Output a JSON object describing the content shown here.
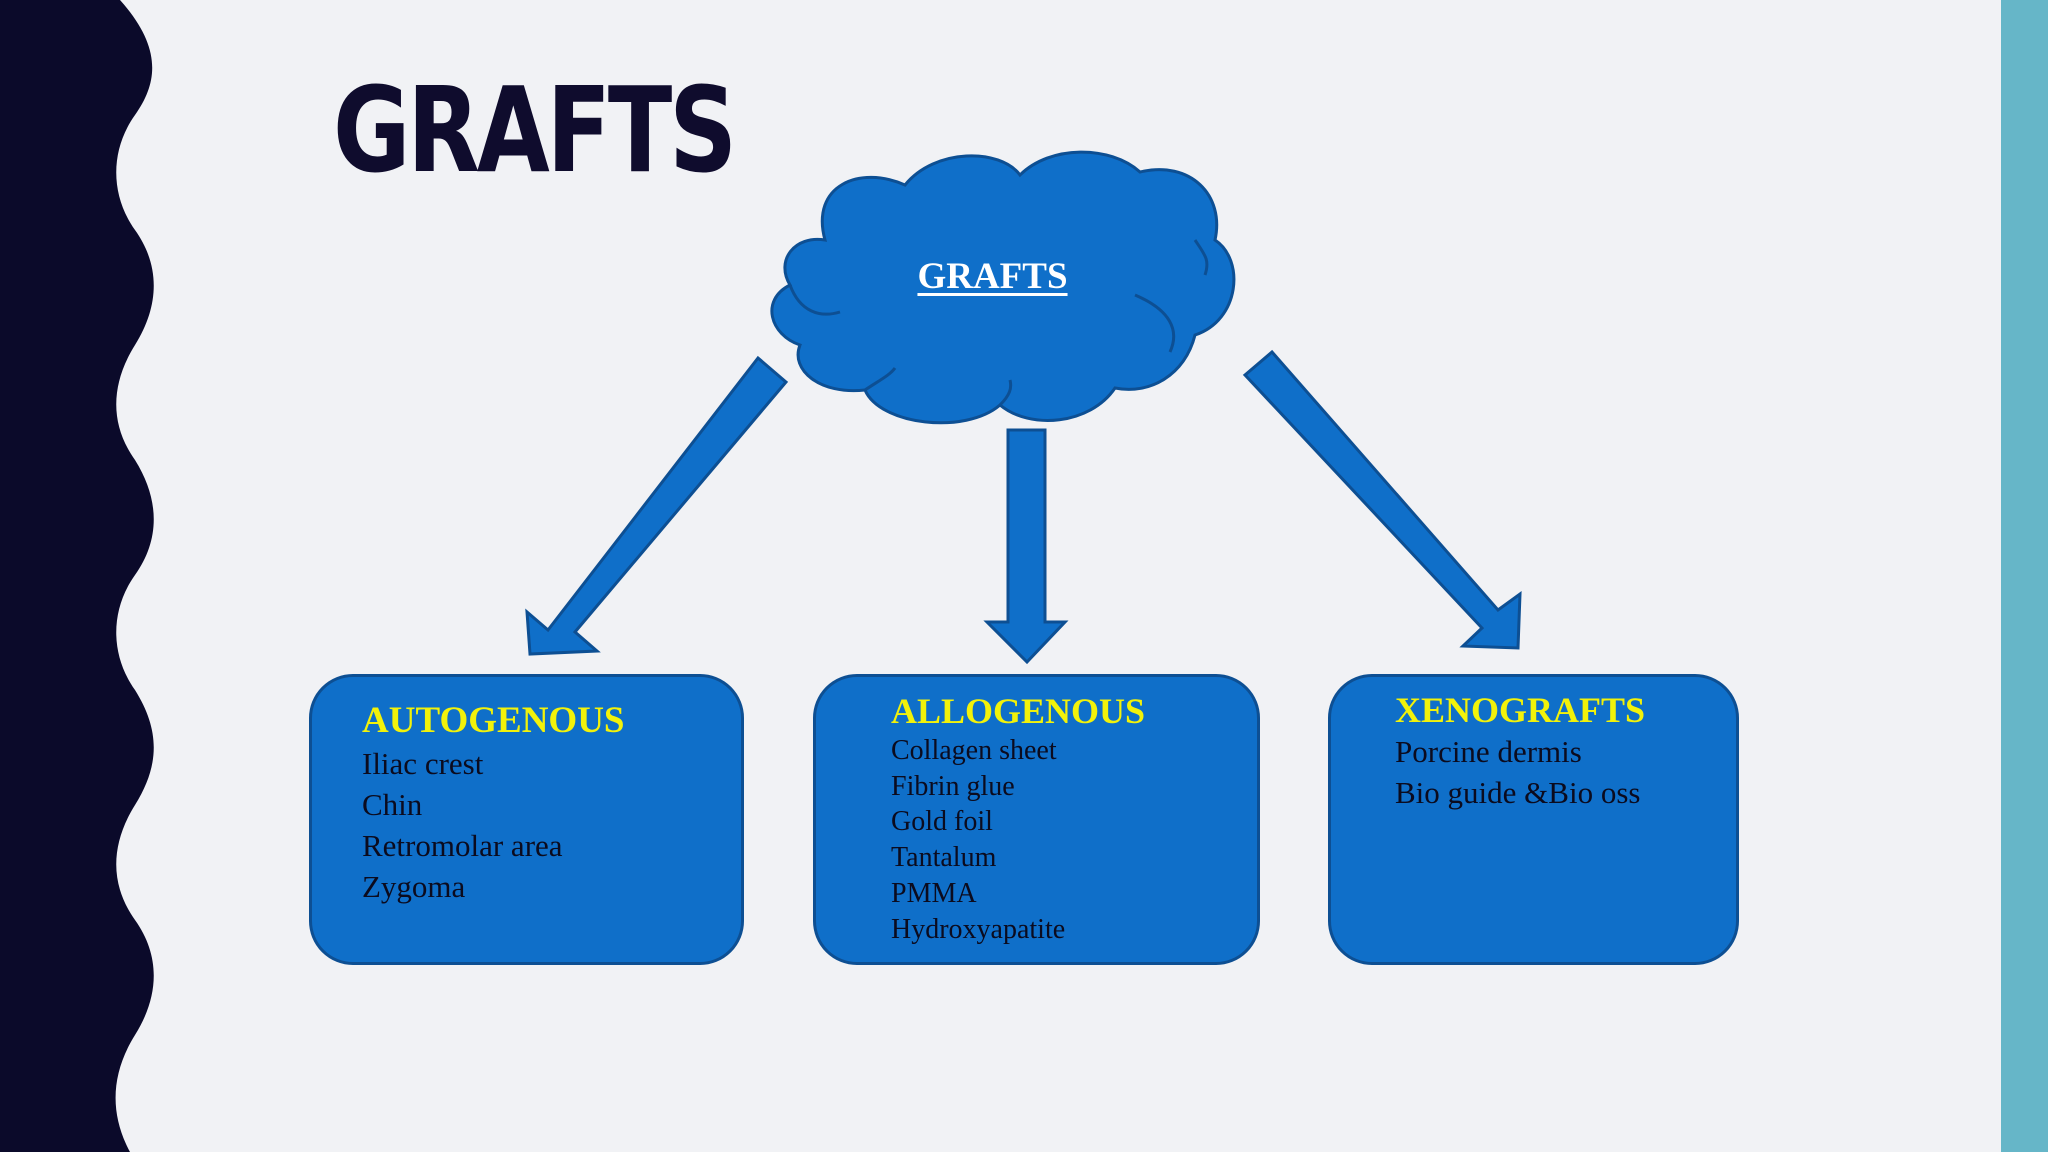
{
  "slide": {
    "title": "GRAFTS"
  },
  "diagram": {
    "root": {
      "label": "GRAFTS"
    },
    "categories": [
      {
        "heading": "AUTOGENOUS",
        "items": [
          "Iliac crest",
          "Chin",
          "Retromolar area",
          "Zygoma"
        ]
      },
      {
        "heading": "ALLOGENOUS",
        "items": [
          "Collagen sheet",
          "Fibrin glue",
          "Gold foil",
          "Tantalum",
          "PMMA",
          "Hydroxyapatite"
        ]
      },
      {
        "heading": "XENOGRAFTS",
        "items": [
          "Porcine dermis",
          "Bio guide &Bio oss"
        ]
      }
    ]
  },
  "colors": {
    "background": "#f1f2f5",
    "left_band": "#0b0a2a",
    "right_band": "#66b6c8",
    "shape_fill": "#0f6fc9",
    "shape_border": "#0d4f93",
    "heading_text": "#f2f20a",
    "body_text": "#0b0b1e",
    "title_text": "#0f0c2d"
  }
}
